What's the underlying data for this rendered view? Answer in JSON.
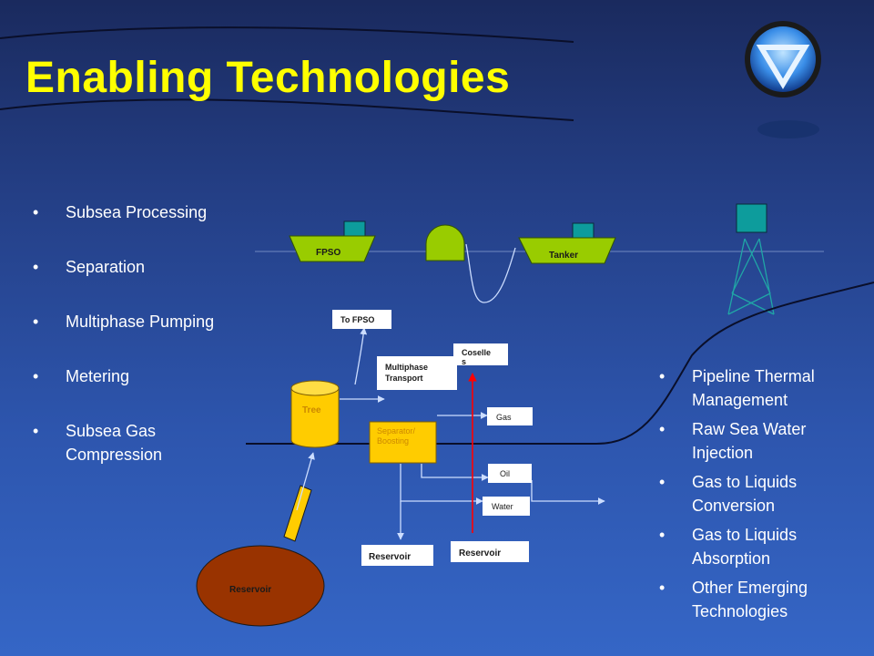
{
  "slide": {
    "title": "Enabling Technologies",
    "left_bullets": [
      "Subsea Processing",
      "Separation",
      "Multiphase Pumping",
      "Metering",
      "Subsea Gas Compression"
    ],
    "right_bullets": [
      "Pipeline Thermal Management",
      "Raw Sea Water Injection",
      "Gas to Liquids Conversion",
      "Gas to Liquids Absorption",
      "Other Emerging Technologies"
    ]
  },
  "diagram": {
    "fpso": "FPSO",
    "tanker": "Tanker",
    "to_fpso": "To FPSO",
    "tree": "Tree",
    "multiphase_line1": "Multiphase",
    "multiphase_line2": "Transport",
    "coselles_line1": "Coselle",
    "coselles_line2": "s",
    "separator_line1": "Separator/",
    "separator_line2": "Boosting",
    "gas": "Gas",
    "oil": "Oil",
    "water": "Water",
    "reservoir_left": "Reservoir",
    "reservoir_right": "Reservoir",
    "reservoir_main": "Reservoir"
  },
  "colors": {
    "title": "#ffff00",
    "hull": "#99cc00",
    "cabin": "#0d9c9c",
    "tree": "#ffcc00",
    "separator": "#ffcc00",
    "reservoir": "#993300",
    "red_line": "#ff0000",
    "flow_line": "#ccddff"
  }
}
